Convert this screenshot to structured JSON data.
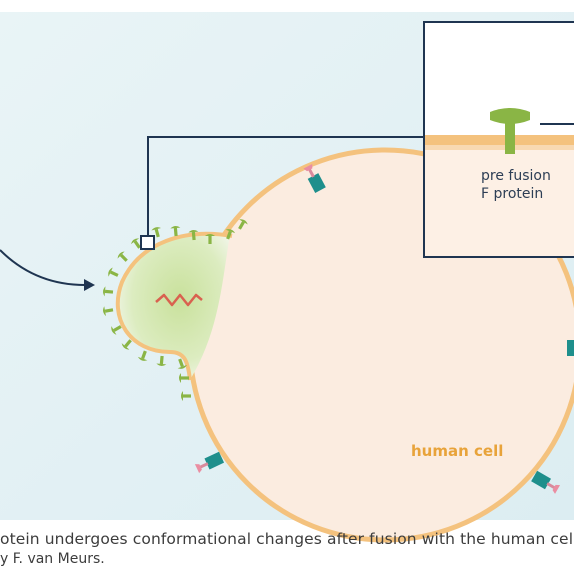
{
  "figure": {
    "human_cell_label": "human cell",
    "inset_label_line1": "pre fusion",
    "inset_label_line2": "F protein"
  },
  "caption": {
    "line1": "otein undergoes conformational changes after fusion with the human cel",
    "line2": "y F. van Meurs."
  },
  "colors": {
    "background_panel": "#e6f2f5",
    "cell_fill": "#fbece0",
    "cell_membrane": "#f4c27e",
    "virus_fill": "#cfe5a8",
    "f_protein": "#8ab545",
    "receptor_teal": "#1e8f8c",
    "receptor_pink": "#ea8ea2",
    "rna": "#d9614f",
    "connector_line": "#1f3551",
    "label_orange": "#e8a33a"
  }
}
